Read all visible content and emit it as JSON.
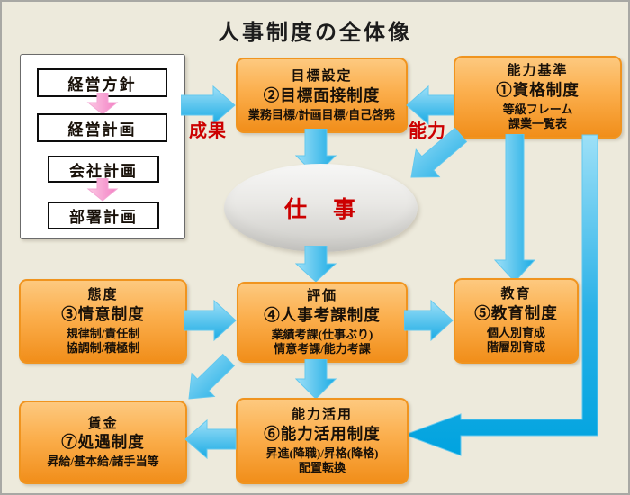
{
  "title": "人事制度の全体像",
  "plan_panel": {
    "items": [
      {
        "label": "経営方針"
      },
      {
        "label": "経営計画"
      },
      {
        "label": "会社計画"
      },
      {
        "label": "部署計画"
      }
    ]
  },
  "flow_labels": {
    "results": "成果",
    "ability": "能力",
    "work": "仕　事"
  },
  "boxes": {
    "goal_setting": {
      "title": "目標設定",
      "system": "②目標面接制度",
      "details": [
        "業務目標/計画目標/自己啓発"
      ]
    },
    "ability_standard": {
      "title": "能力基準",
      "system": "①資格制度",
      "details": [
        "等級フレーム",
        "課業一覧表"
      ]
    },
    "attitude": {
      "title": "態度",
      "system": "③情意制度",
      "details": [
        "規律制/責任制",
        "協調制/積極制"
      ]
    },
    "evaluation": {
      "title": "評価",
      "system": "④人事考課制度",
      "details": [
        "業績考課(仕事ぶり)",
        "情意考課/能力考課"
      ]
    },
    "education": {
      "title": "教育",
      "system": "⑤教育制度",
      "details": [
        "個人別育成",
        "階層別育成"
      ]
    },
    "wage": {
      "title": "賃金",
      "system": "⑦処遇制度",
      "details": [
        "昇給/基本給/諸手当等"
      ]
    },
    "utilization": {
      "title": "能力活用",
      "system": "⑥能力活用制度",
      "details": [
        "昇進(降職)/昇格(降格)",
        "配置転換"
      ]
    }
  },
  "colors": {
    "background": "#edeadc",
    "box_orange": "#f18e1a",
    "box_border": "#f0941f",
    "arrow_cyan": "#1aabe4",
    "arrow_pink": "#f585c6",
    "accent_red": "#cc0000"
  }
}
